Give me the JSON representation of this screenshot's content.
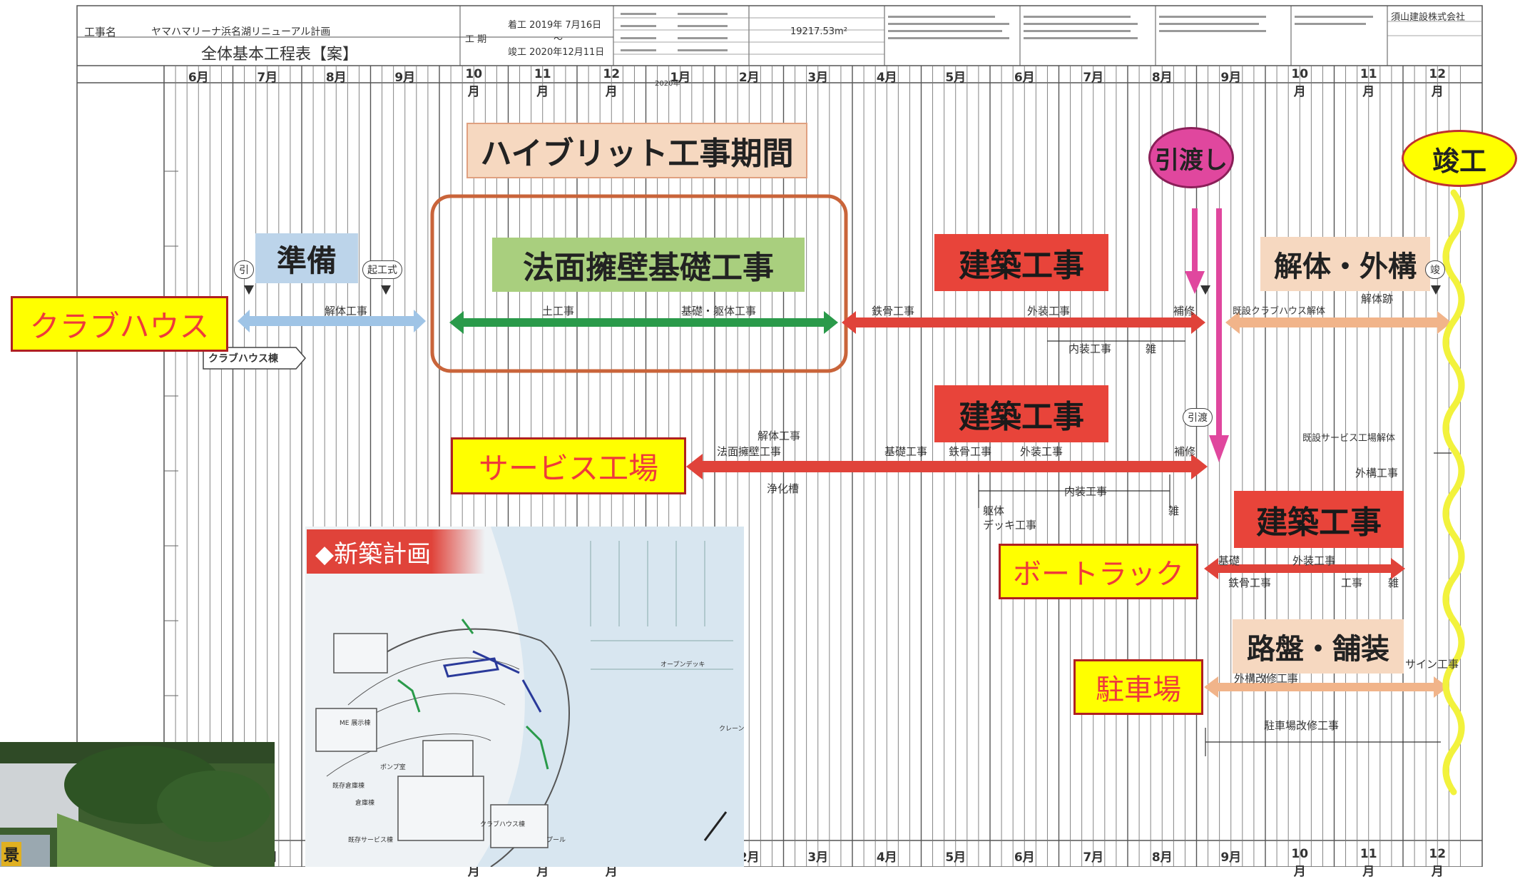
{
  "header": {
    "project_label": "工事名",
    "project_name": "ヤマハマリーナ浜名湖リニューアル計画",
    "chart_title": "全体基本工程表【案】",
    "start_date": "着工 2019年 7月16日",
    "period_label": "工 期",
    "period_sep": "〜",
    "end_date": "竣工 2020年12月11日",
    "area_value": "19217.53m²",
    "company": "須山建設株式会社"
  },
  "timeline": {
    "months_top": [
      "6月",
      "7月",
      "8月",
      "9月",
      "10月",
      "11月",
      "12月",
      "1月",
      "2月",
      "3月",
      "4月",
      "5月",
      "6月",
      "7月",
      "8月",
      "9月",
      "10月",
      "11月",
      "12月"
    ],
    "year_mark": "2020年"
  },
  "milestones": {
    "hybrid_period": "ハイブリット工事期間",
    "handover": "引渡し",
    "completion": "竣工"
  },
  "rows": {
    "clubhouse": {
      "label": "クラブハウス",
      "prep": "準備",
      "foundation": "法面擁壁基礎工事",
      "building": "建築工事",
      "demolition": "解体・外構",
      "small_items": [
        "解体工事",
        "土工事",
        "基礎・躯体工事",
        "鉄骨工事",
        "外装工事",
        "内装工事",
        "雑",
        "補修",
        "既設クラブハウス解体",
        "解体跡",
        "クラブハウス棟",
        "竣",
        "起工式",
        "引"
      ]
    },
    "service_factory": {
      "label": "サービス工場",
      "building": "建築工事",
      "small_items": [
        "解体工事",
        "法面擁壁工事",
        "基礎工事",
        "鉄骨工事",
        "外装工事",
        "内装工事",
        "浄化槽",
        "躯体",
        "デッキ工事",
        "雑",
        "引渡",
        "既設サービス工場解体",
        "外構工事",
        "補修"
      ]
    },
    "boat_rack": {
      "label": "ボートラック",
      "building": "建築工事",
      "small_items": [
        "基礎",
        "外装工事",
        "鉄骨工事",
        "工事",
        "雑"
      ]
    },
    "parking": {
      "label": "駐車場",
      "paving": "路盤・舗装",
      "small_items": [
        "外構改修工事",
        "駐車場改修工事",
        "サイン工事"
      ]
    }
  },
  "inset": {
    "title": "◆新築計画",
    "labels": [
      "オープンデッキ",
      "クレーン",
      "ME 展示棟",
      "ポンプ室",
      "既存倉庫棟",
      "倉庫棟",
      "クラブハウス棟",
      "プール",
      "既存サービス棟"
    ]
  },
  "photo": {
    "label": "景"
  },
  "colors": {
    "red_arrow": "#e0433a",
    "green_arrow": "#2a9a4a",
    "blue_arrow": "#9fc4e6",
    "peach_arrow": "#f1b48a",
    "pink_arrow": "#e0479e",
    "yellow_wave": "#f2f23c",
    "frame_orange": "#c9643a"
  }
}
